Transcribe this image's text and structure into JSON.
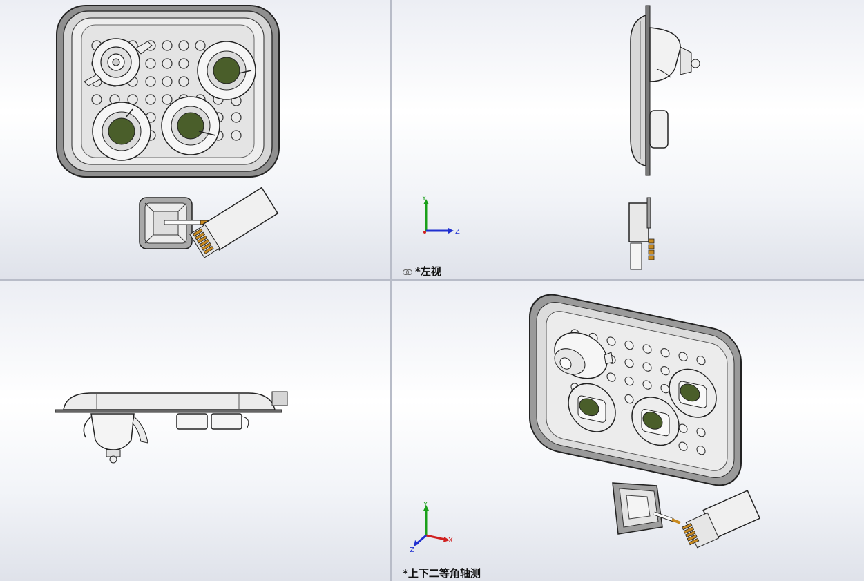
{
  "viewports": {
    "top_left": {
      "label": ""
    },
    "top_right": {
      "label": "*左视",
      "triad": {
        "y": "Y",
        "z": "Z"
      }
    },
    "bottom_left": {
      "label": ""
    },
    "bottom_right": {
      "label": "*上下二等角轴测",
      "triad": {
        "y": "Y",
        "x": "X",
        "z": "Z"
      }
    }
  },
  "icons": {
    "link": "link-icon",
    "triad": "coordinate-triad-icon"
  },
  "colors": {
    "tray_gray": "#9a9a9a",
    "cup_green": "#4a5e2a",
    "axis_y": "#1aa01a",
    "axis_x": "#d02020",
    "axis_z": "#2030d0",
    "cigarette_tip": "#c88a20",
    "divider": "#b8bcc8"
  }
}
